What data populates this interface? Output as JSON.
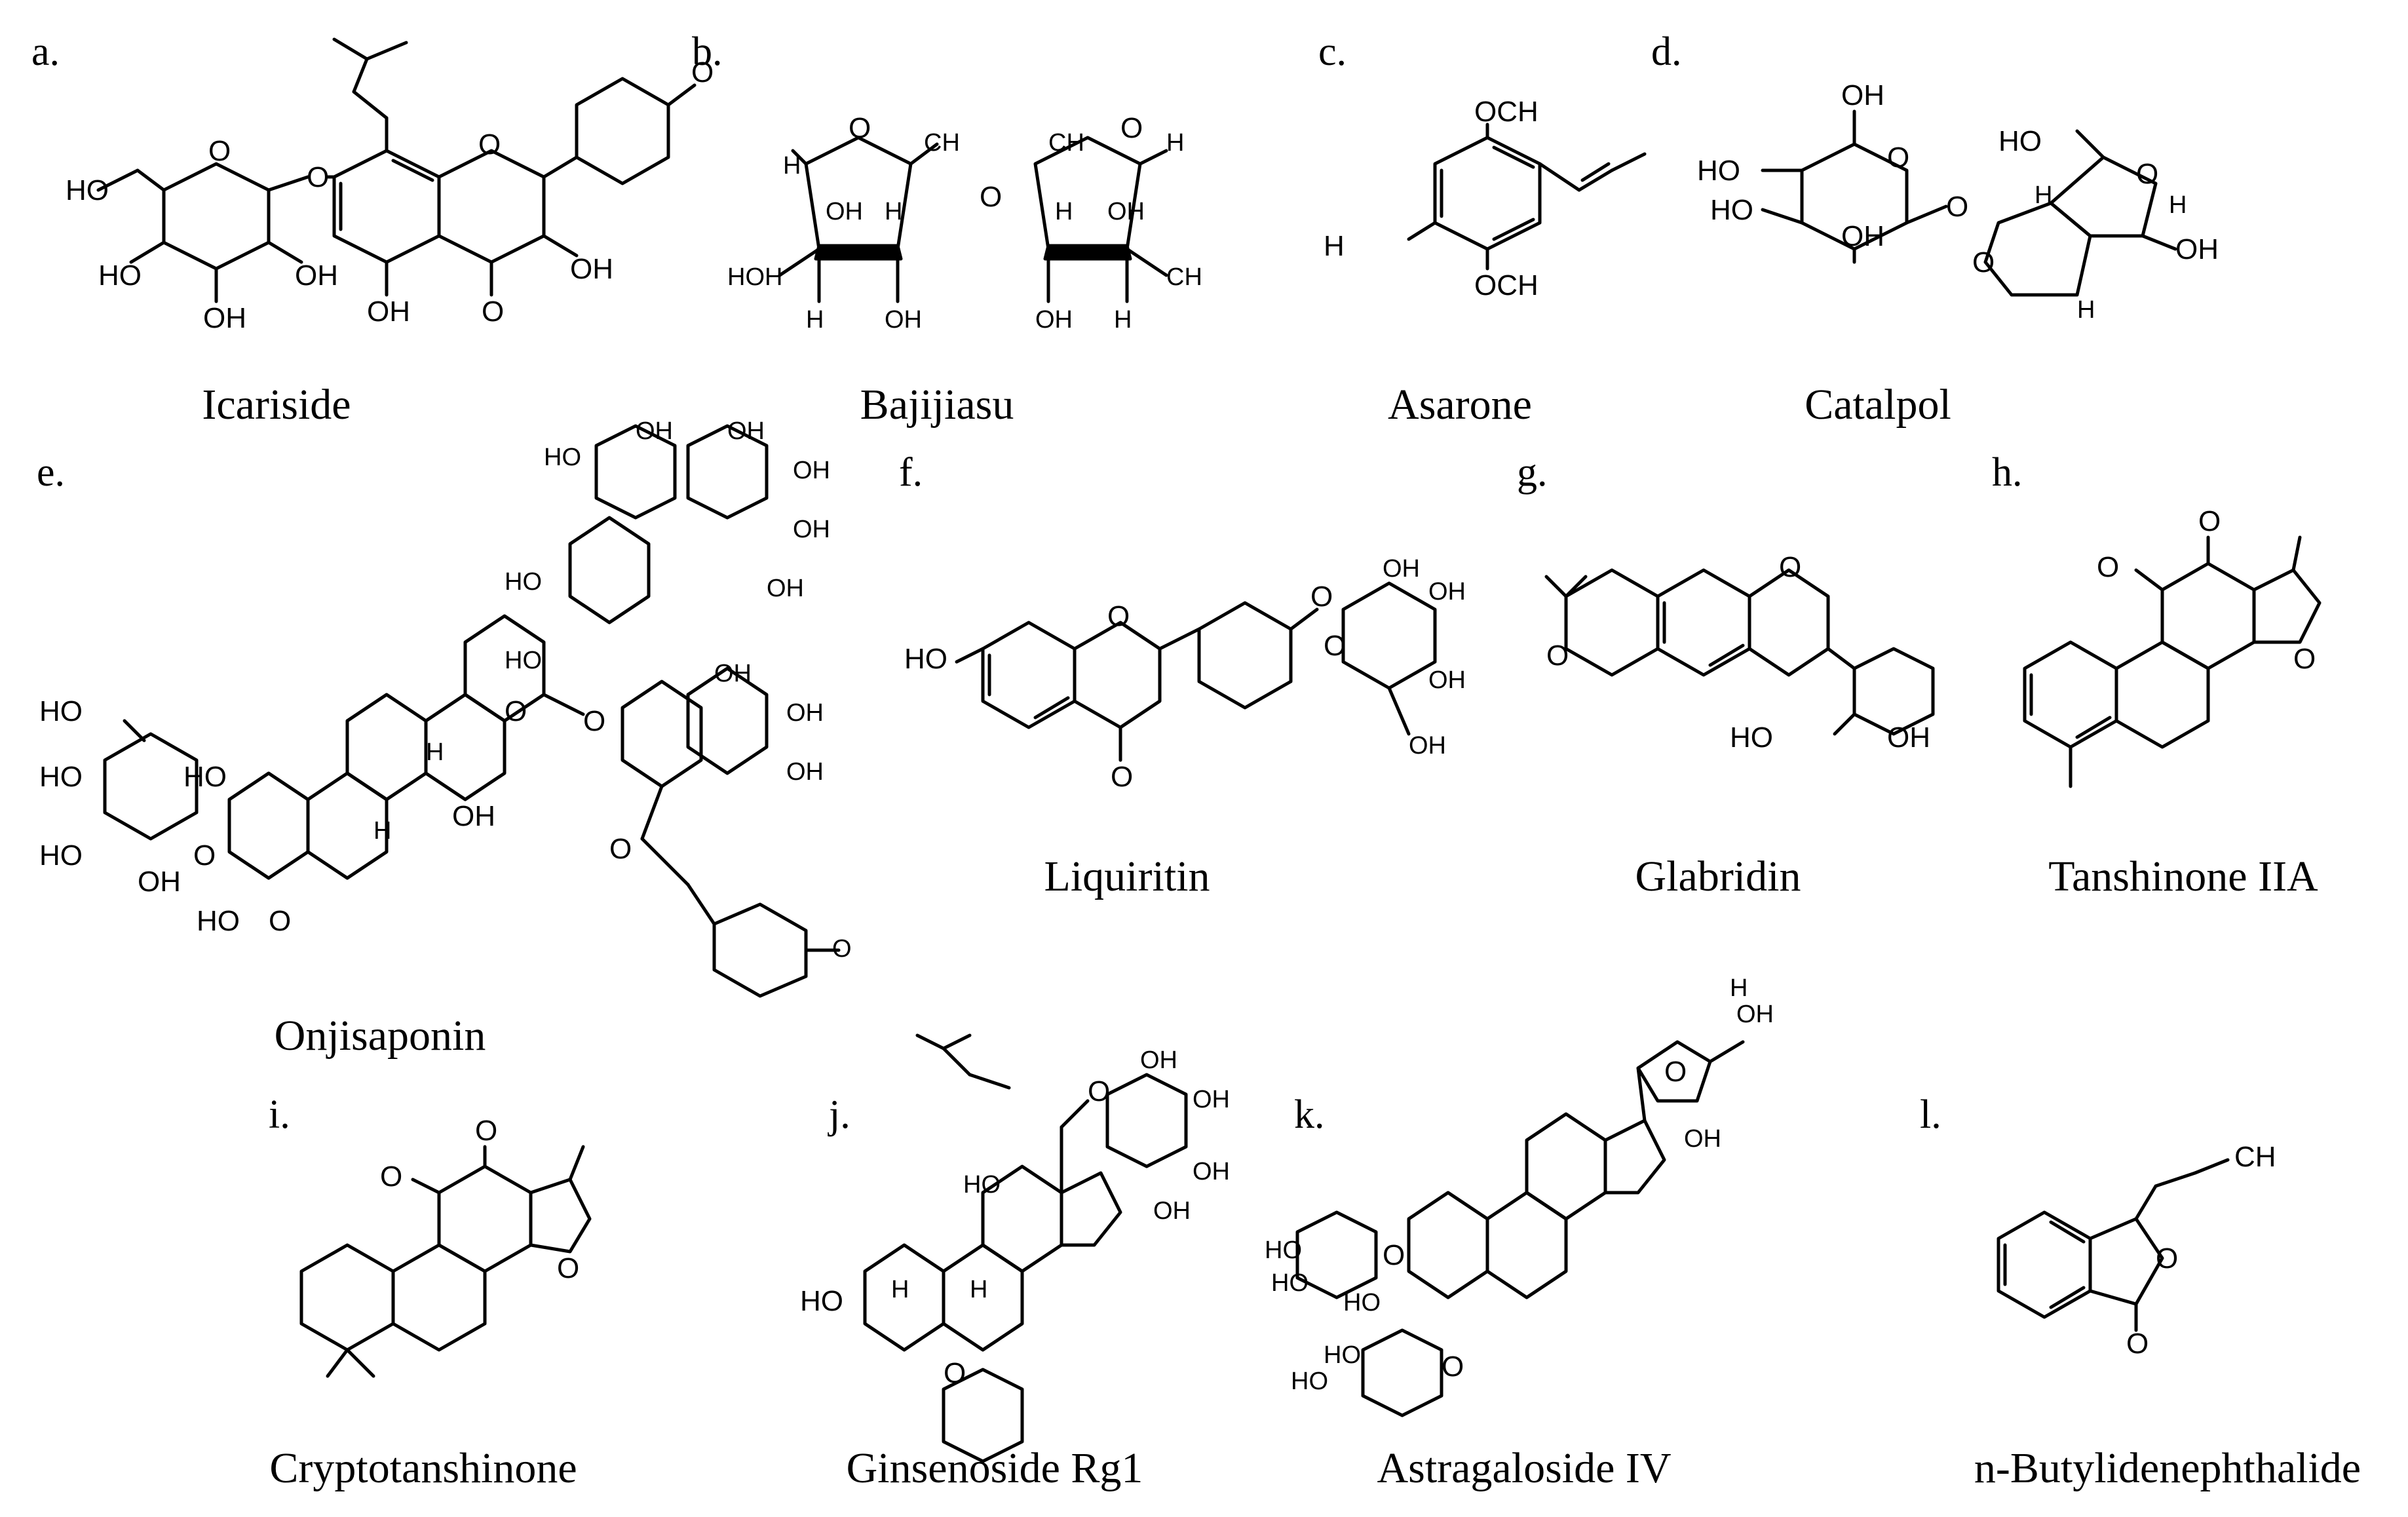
{
  "panels": [
    {
      "letter": "a.",
      "name": "Icariside"
    },
    {
      "letter": "b.",
      "name": "Bajijiasu"
    },
    {
      "letter": "c.",
      "name": "Asarone"
    },
    {
      "letter": "d.",
      "name": "Catalpol"
    },
    {
      "letter": "e.",
      "name": "Onjisaponin"
    },
    {
      "letter": "f.",
      "name": "Liquiritin"
    },
    {
      "letter": "g.",
      "name": "Glabridin"
    },
    {
      "letter": "h.",
      "name": "Tanshinone IIA"
    },
    {
      "letter": "i.",
      "name": "Cryptotanshinone"
    },
    {
      "letter": "j.",
      "name": "Ginsenoside Rg1"
    },
    {
      "letter": "k.",
      "name": "Astragaloside IV"
    },
    {
      "letter": "l.",
      "name": "n-Butylidenephthalide"
    }
  ],
  "atom_labels": {
    "oh": "OH",
    "ho": "HO",
    "o": "O",
    "h": "H",
    "och3": "OCH",
    "h3co": "H",
    "ch3": "CH",
    "h3c": "H",
    "ch2oh": "CH",
    "hoh2c": "HOH"
  }
}
